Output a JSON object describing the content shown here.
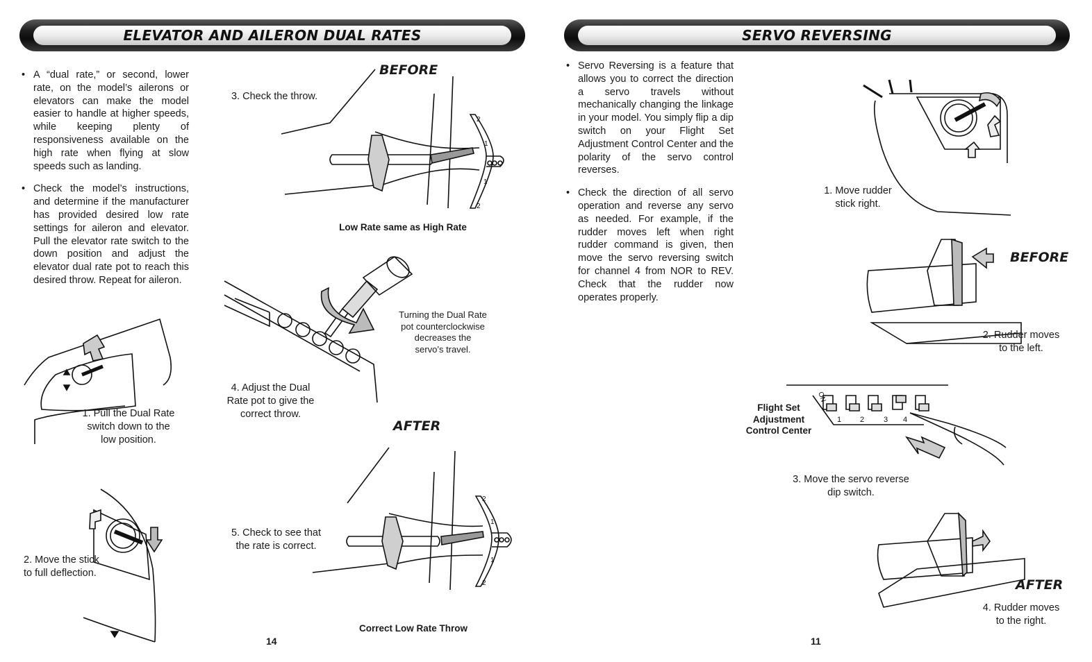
{
  "left_page": {
    "title": "ELEVATOR AND AILERON DUAL RATES",
    "bullets": [
      "A “dual rate,” or second, lower rate, on the model’s ailerons or elevators can make the model easier to handle at higher speeds, while keeping plenty of responsiveness available on the high rate when flying at slow speeds such as landing.",
      "Check the model’s instructions, and determine if the manufacturer has provided desired low rate settings for aileron and elevator. Pull the elevator rate switch to the down position and adjust the elevator dual rate pot to reach this desired throw. Repeat for aileron."
    ],
    "before_label": "BEFORE",
    "after_label": "AFTER",
    "step3": "3. Check the throw.",
    "low_rate_caption": "Low Rate same as High Rate",
    "turning_caption": [
      "Turning the Dual Rate",
      "pot counterclockwise",
      "decreases the",
      "servo’s travel."
    ],
    "step4": [
      "4. Adjust the Dual",
      "Rate pot to give the",
      "correct throw."
    ],
    "step1": [
      "1. Pull the Dual Rate",
      "switch down to the",
      "low position."
    ],
    "step5": [
      "5. Check to see that",
      "the rate is correct."
    ],
    "step2": [
      "2. Move the stick",
      "to full deflection."
    ],
    "correct_caption": "Correct Low Rate Throw",
    "page_number": "14",
    "scale_marks": [
      "2",
      "1",
      "1",
      "2"
    ]
  },
  "right_page": {
    "title": "SERVO REVERSING",
    "bullets": [
      "Servo Reversing is a feature that allows you to correct the direction a servo travels without mechanically changing the linkage in your model. You simply flip a dip switch on your Flight Set Adjustment Control Center and the polarity of the servo control reverses.",
      "Check the direction of all servo operation and reverse any servo as needed. For example, if the rudder moves left when right rudder command is given, then move the servo reversing switch for channel 4 from NOR to REV. Check that the rudder now operates properly."
    ],
    "step1": [
      "1. Move rudder",
      "stick right."
    ],
    "before_label": "BEFORE",
    "step2": [
      "2. Rudder moves",
      "to the left."
    ],
    "flight_set_label": [
      "Flight Set",
      "Adjustment",
      "Control Center"
    ],
    "dip_on": "ON",
    "dip_numbers": [
      "1",
      "2",
      "3",
      "4"
    ],
    "step3": [
      "3. Move the servo reverse",
      "dip switch."
    ],
    "after_label": "AFTER",
    "step4": [
      "4. Rudder moves",
      "to the right."
    ],
    "page_number": "11"
  }
}
